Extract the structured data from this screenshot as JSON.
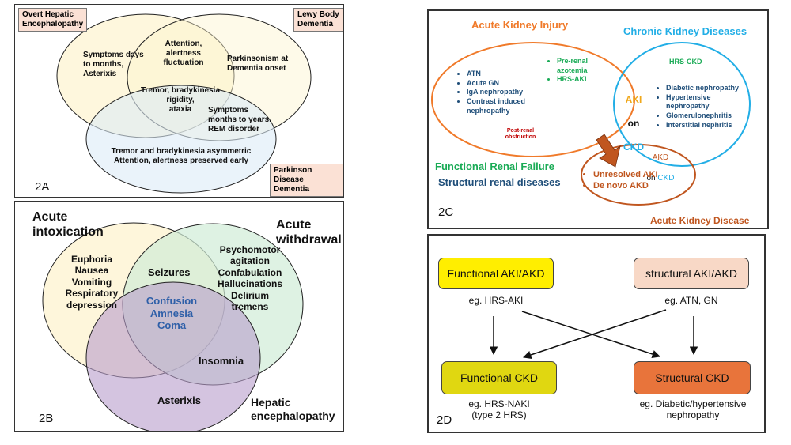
{
  "panel_2a": {
    "label": "2A",
    "tag_ohe": "Overt Hepatic\nEncephalopathy",
    "tag_lbd": "Lewy Body\nDementia",
    "tag_pdd": "Parkinson Disease\nDementia",
    "ohe_only": "Symptoms days\nto months,\nAsterixis",
    "ohe_lbd": "Attention,\nalertness\nfluctuation",
    "lbd_only": "Parkinsonism at\nDementia onset",
    "all_three": "Tremor, bradykinesia\nrigidity,\nataxia",
    "lbd_pdd": "Symptoms\nmonths to years.\nREM disorder",
    "pdd_only": "Tremor and bradykinesia asymmetric\nAttention, alertness preserved early"
  },
  "panel_2b": {
    "label": "2B",
    "title_intox": "Acute\nintoxication",
    "title_withdrawal": "Acute\nwithdrawal",
    "title_he": "Hepatic\nencephalopathy",
    "intox_only": "Euphoria\nNausea\nVomiting\nRespiratory\ndepression",
    "intox_withdrawal": "Seizures",
    "withdrawal_only": "Psychomotor\nagitation\nConfabulation\nHallucinations\nDelirium\ntremens",
    "all_three": "Confusion\nAmnesia\nComa",
    "withdrawal_he": "Insomnia",
    "he_only": "Asterixis"
  },
  "panel_2c": {
    "label": "2C",
    "title_aki": "Acute Kidney Injury",
    "title_ckd": "Chronic Kidney Diseases",
    "title_akd": "Acute Kidney Disease",
    "aki_structural": [
      "ATN",
      "Acute GN",
      "IgA nephropathy",
      "Contrast induced\nnephropathy"
    ],
    "aki_functional": [
      "Pre-renal\nazotemia",
      "HRS-AKI"
    ],
    "post_renal": "Post-renal\nobstruction",
    "hrs_ckd": "HRS-CKD",
    "aki_on_ckd_1": "AKI",
    "aki_on_ckd_2": "on",
    "aki_on_ckd_3": "CKD",
    "ckd_items": [
      "Diabetic nephropathy",
      "Hypertensive\nnephropathy",
      "Glomerulonephritis",
      "Interstitial nephritis"
    ],
    "akd_on_ckd_1": "AKD",
    "akd_on_ckd_2": "on ",
    "akd_on_ckd_3": "CKD",
    "akd_items": [
      "Unresolved AKI",
      "De novo AKD"
    ],
    "legend_functional": "Functional Renal Failure",
    "legend_structural": "Structural renal diseases",
    "colors": {
      "aki": "#f07a2a",
      "ckd": "#22aee6",
      "akd": "#c0561f",
      "functional": "#1aab56",
      "structural": "#1f4e79",
      "post_renal": "#c00000"
    }
  },
  "panel_2d": {
    "label": "2D",
    "box_functional_aki": "Functional AKI/AKD",
    "box_structural_aki": "structural AKI/AKD",
    "box_functional_ckd": "Functional CKD",
    "box_structural_ckd": "Structural CKD",
    "note_functional_aki": "eg. HRS-AKI",
    "note_structural_aki": "eg. ATN, GN",
    "note_functional_ckd": "eg. HRS-NAKI\n(type 2 HRS)",
    "note_structural_ckd": "eg. Diabetic/hypertensive\nnephropathy",
    "colors": {
      "functional_aki": "#ffee00",
      "structural_aki": "#f8d8c6",
      "functional_ckd": "#e0d711",
      "structural_ckd": "#e8743b"
    }
  }
}
